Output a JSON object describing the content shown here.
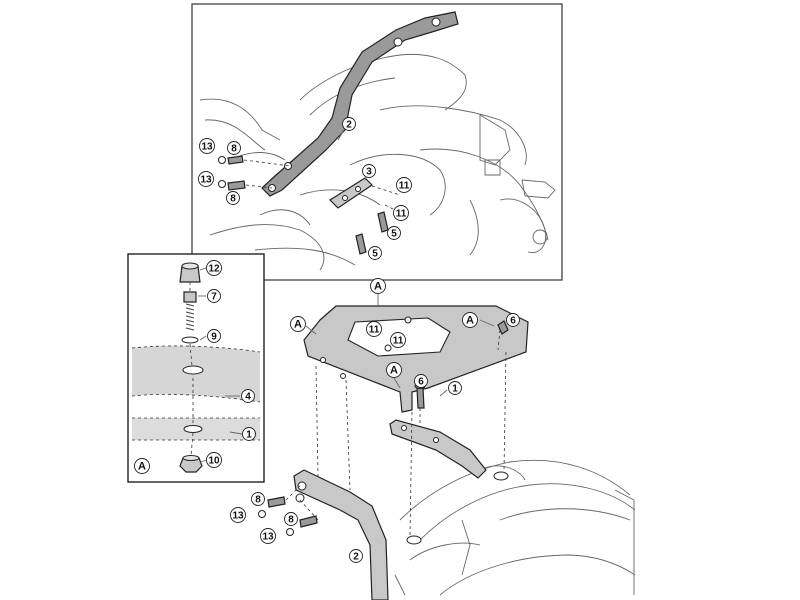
{
  "callouts": {
    "c1": "1",
    "c2": "2",
    "c3": "3",
    "c4": "4",
    "c5": "5",
    "c6": "6",
    "c7": "7",
    "c8": "8",
    "c9": "9",
    "c10": "10",
    "c11": "11",
    "c12": "12",
    "c13": "13",
    "detail": "A"
  },
  "colors": {
    "part_fill": "#c8c8c8",
    "part_dark": "#9a9a9a",
    "outline": "#222222",
    "sketch": "#666666"
  }
}
